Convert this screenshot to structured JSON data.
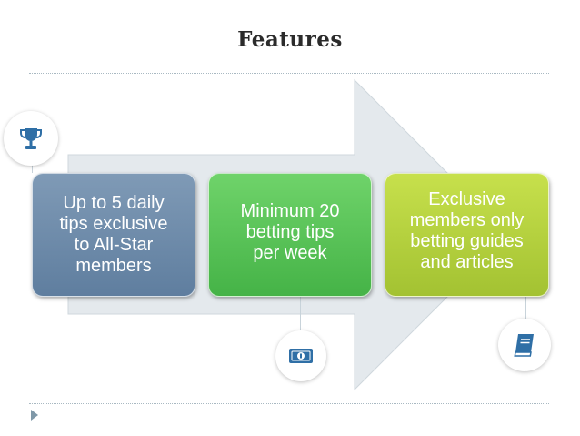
{
  "slide": {
    "title": "Features",
    "features": [
      {
        "text": "Up to 5 daily\ntips exclusive\nto All-Star\nmembers",
        "icon": "trophy-icon"
      },
      {
        "text": "Minimum 20\nbetting tips\nper week",
        "icon": "money-icon"
      },
      {
        "text": "Exclusive\nmembers only\nbetting guides\nand articles",
        "icon": "book-icon"
      }
    ]
  },
  "colors": {
    "arrow": "#e3e8ec",
    "box1": "#6f8caa",
    "box2": "#5cc458",
    "box3": "#b6d23e",
    "icon_blue": "#2f6fa6"
  }
}
